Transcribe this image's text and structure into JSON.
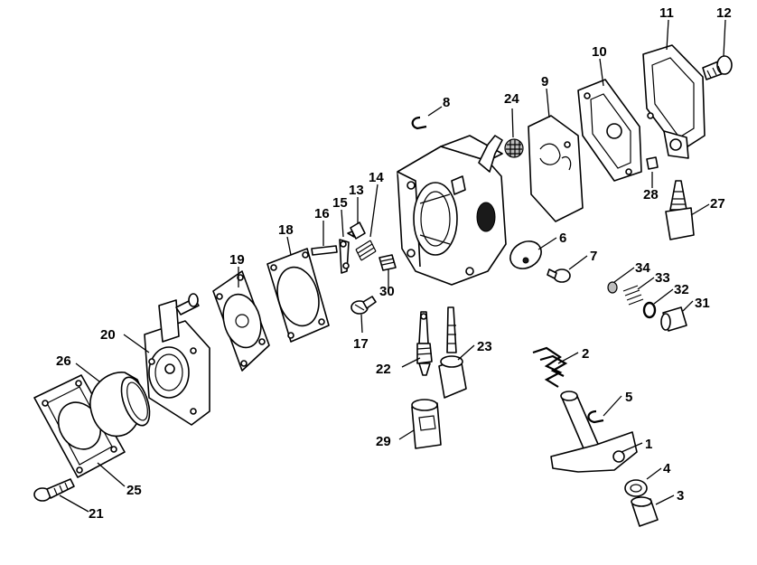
{
  "diagram": {
    "callouts": [
      {
        "id": "1",
        "label": "1"
      },
      {
        "id": "2",
        "label": "2"
      },
      {
        "id": "3",
        "label": "3"
      },
      {
        "id": "4",
        "label": "4"
      },
      {
        "id": "5",
        "label": "5"
      },
      {
        "id": "6",
        "label": "6"
      },
      {
        "id": "7",
        "label": "7"
      },
      {
        "id": "8",
        "label": "8"
      },
      {
        "id": "9",
        "label": "9"
      },
      {
        "id": "10",
        "label": "10"
      },
      {
        "id": "11",
        "label": "11"
      },
      {
        "id": "12",
        "label": "12"
      },
      {
        "id": "13",
        "label": "13"
      },
      {
        "id": "14",
        "label": "14"
      },
      {
        "id": "15",
        "label": "15"
      },
      {
        "id": "16",
        "label": "16"
      },
      {
        "id": "17",
        "label": "17"
      },
      {
        "id": "18",
        "label": "18"
      },
      {
        "id": "19",
        "label": "19"
      },
      {
        "id": "20",
        "label": "20"
      },
      {
        "id": "21",
        "label": "21"
      },
      {
        "id": "22",
        "label": "22"
      },
      {
        "id": "23",
        "label": "23"
      },
      {
        "id": "24",
        "label": "24"
      },
      {
        "id": "25",
        "label": "25"
      },
      {
        "id": "26",
        "label": "26"
      },
      {
        "id": "27",
        "label": "27"
      },
      {
        "id": "28",
        "label": "28"
      },
      {
        "id": "29",
        "label": "29"
      },
      {
        "id": "30",
        "label": "30"
      },
      {
        "id": "31",
        "label": "31"
      },
      {
        "id": "32",
        "label": "32"
      },
      {
        "id": "33",
        "label": "33"
      },
      {
        "id": "34",
        "label": "34"
      }
    ]
  }
}
